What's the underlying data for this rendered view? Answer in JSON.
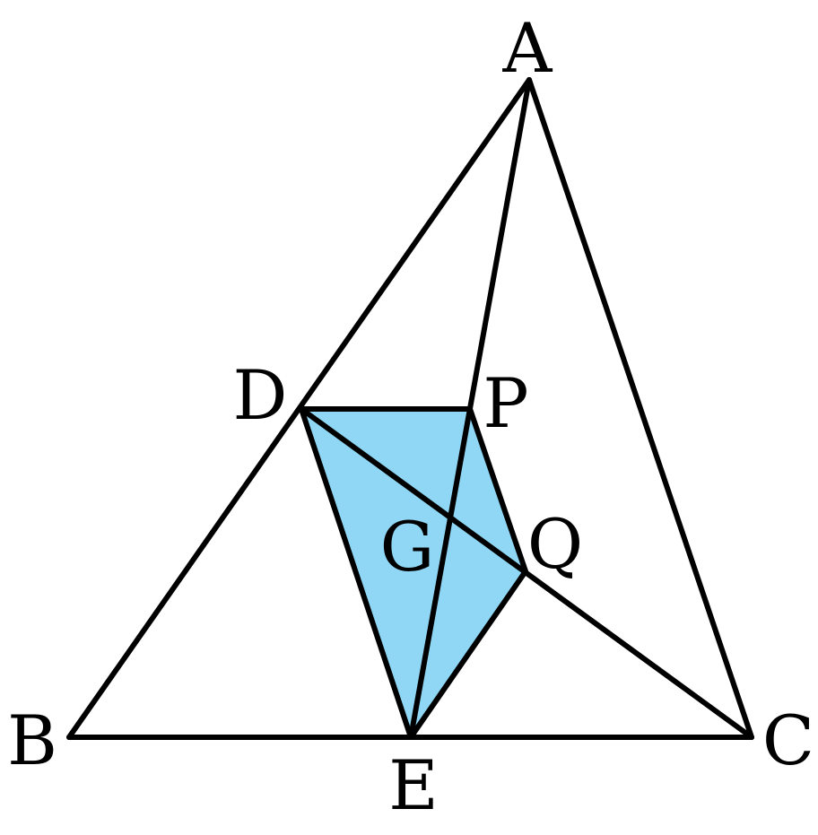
{
  "colors": {
    "shaded_region": "#8fd7f5",
    "stroke": "#000000",
    "background": "#ffffff"
  },
  "shaded_region": [
    "D",
    "P",
    "Q",
    "E"
  ],
  "segments": [
    [
      "A",
      "B"
    ],
    [
      "B",
      "C"
    ],
    [
      "C",
      "A"
    ],
    [
      "A",
      "E"
    ],
    [
      "D",
      "P"
    ],
    [
      "D",
      "C"
    ],
    [
      "D",
      "E"
    ],
    [
      "P",
      "Q"
    ],
    [
      "Q",
      "E"
    ]
  ],
  "labels": {
    "A": "A",
    "B": "B",
    "C": "C",
    "D": "D",
    "E": "E",
    "P": "P",
    "Q": "Q",
    "G": "G"
  }
}
